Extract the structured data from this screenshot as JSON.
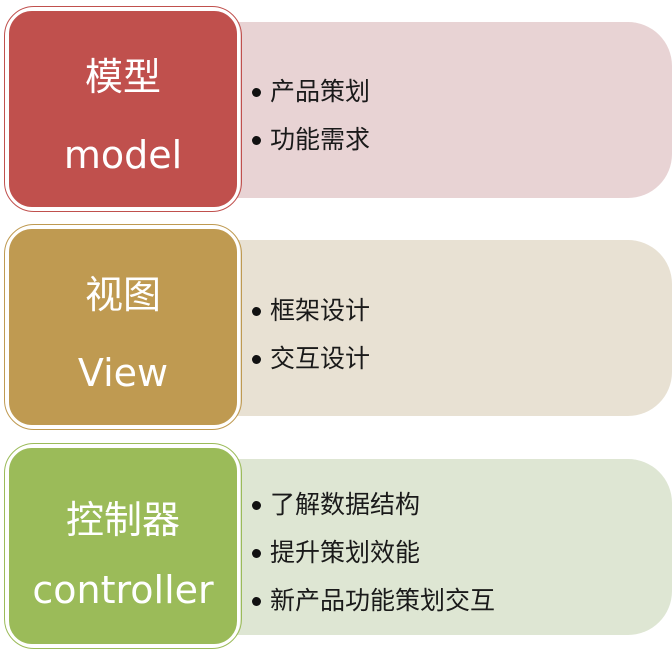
{
  "rows": [
    {
      "title_cn": "模型",
      "title_en": "model",
      "color": "#c0504d",
      "panel_color": "#e8d3d4",
      "items": [
        "产品策划",
        "功能需求"
      ]
    },
    {
      "title_cn": "视图",
      "title_en": "View",
      "color": "#bf9a51",
      "panel_color": "#e8e1d3",
      "items": [
        "框架设计",
        "交互设计"
      ]
    },
    {
      "title_cn": "控制器",
      "title_en": "controller",
      "color": "#9bbb59",
      "panel_color": "#dee6d3",
      "items": [
        "了解数据结构",
        "提升策划效能",
        "新产品功能策划交互"
      ]
    }
  ]
}
